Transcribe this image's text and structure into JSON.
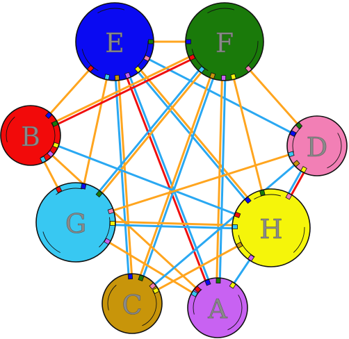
{
  "nodes": [
    {
      "id": "E",
      "label": "E",
      "color": "#0a0af2"
    },
    {
      "id": "F",
      "label": "F",
      "color": "#1a7a0a"
    },
    {
      "id": "B",
      "label": "B",
      "color": "#f20a0a"
    },
    {
      "id": "D",
      "label": "D",
      "color": "#f27fb5"
    },
    {
      "id": "G",
      "label": "G",
      "color": "#38c8f2"
    },
    {
      "id": "H",
      "label": "H",
      "color": "#f5f50a"
    },
    {
      "id": "C",
      "label": "C",
      "color": "#c8950a"
    },
    {
      "id": "A",
      "label": "A",
      "color": "#c862f2"
    }
  ],
  "edge_colors": {
    "orange": "#ffa51f",
    "blue": "#2aa8f2",
    "red": "#f01010"
  },
  "edges": [
    {
      "from": "E",
      "to": "F",
      "colors": [
        "orange"
      ]
    },
    {
      "from": "E",
      "to": "B",
      "colors": [
        "orange"
      ]
    },
    {
      "from": "E",
      "to": "G",
      "colors": [
        "orange"
      ]
    },
    {
      "from": "E",
      "to": "C",
      "colors": [
        "orange",
        "blue"
      ]
    },
    {
      "from": "E",
      "to": "A",
      "colors": [
        "blue",
        "red"
      ]
    },
    {
      "from": "E",
      "to": "H",
      "colors": [
        "orange",
        "blue"
      ]
    },
    {
      "from": "E",
      "to": "D",
      "colors": [
        "blue"
      ]
    },
    {
      "from": "F",
      "to": "B",
      "colors": [
        "red",
        "orange"
      ]
    },
    {
      "from": "F",
      "to": "G",
      "colors": [
        "orange",
        "blue"
      ]
    },
    {
      "from": "F",
      "to": "C",
      "colors": [
        "blue",
        "orange"
      ]
    },
    {
      "from": "F",
      "to": "A",
      "colors": [
        "blue",
        "orange"
      ]
    },
    {
      "from": "F",
      "to": "H",
      "colors": [
        "orange"
      ]
    },
    {
      "from": "F",
      "to": "D",
      "colors": [
        "orange"
      ]
    },
    {
      "from": "B",
      "to": "H",
      "colors": [
        "blue"
      ]
    },
    {
      "from": "B",
      "to": "G",
      "colors": [
        "orange"
      ]
    },
    {
      "from": "B",
      "to": "A",
      "colors": [
        "orange"
      ]
    },
    {
      "from": "G",
      "to": "D",
      "colors": [
        "orange"
      ]
    },
    {
      "from": "G",
      "to": "H",
      "colors": [
        "orange",
        "blue"
      ]
    },
    {
      "from": "G",
      "to": "A",
      "colors": [
        "orange"
      ]
    },
    {
      "from": "C",
      "to": "D",
      "colors": [
        "blue"
      ]
    },
    {
      "from": "C",
      "to": "H",
      "colors": [
        "orange"
      ]
    },
    {
      "from": "A",
      "to": "H",
      "colors": [
        "blue"
      ]
    },
    {
      "from": "D",
      "to": "H",
      "colors": [
        "red",
        "blue"
      ]
    }
  ]
}
